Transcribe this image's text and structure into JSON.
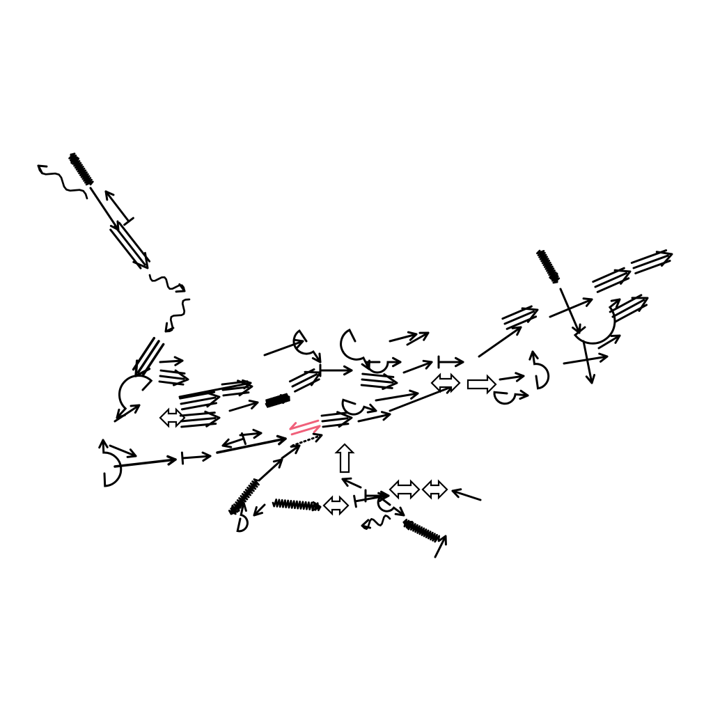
{
  "figure": {
    "description_label": "",
    "colors": {
      "background": "#ffffff",
      "stroke": "#000000",
      "highlight": "#f0607a"
    },
    "glyph_types": [
      "arrow",
      "zigzag-arrow",
      "wave-arrow",
      "triple-arrow",
      "hollow-arrow",
      "double-hollow-arrow",
      "harpoon-pair",
      "dotted-arrow",
      "u-turn",
      "bar-arrow"
    ]
  }
}
